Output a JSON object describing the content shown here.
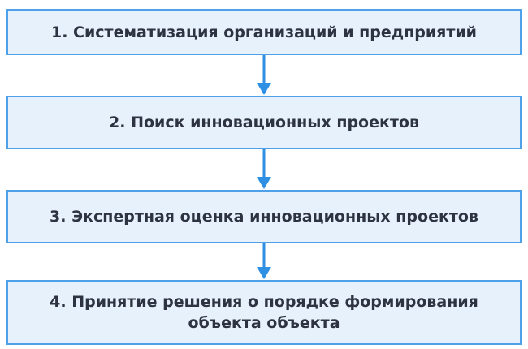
{
  "colors": {
    "box_border": "#4ea1e8",
    "box_fill": "#e6f1fb",
    "arrow": "#2f8fe3",
    "text": "#2d3340"
  },
  "steps": [
    {
      "label": "1.  Систематизация организаций и предприятий"
    },
    {
      "label": "2. Поиск инновационных проектов"
    },
    {
      "label": "3. Экспертная оценка инновационных проектов"
    },
    {
      "label": "4. Принятие решения о порядке формирования\nобъекта объекта"
    }
  ],
  "connectors": [
    {
      "from": 1,
      "to": 2,
      "icon": "arrow-down-icon"
    },
    {
      "from": 2,
      "to": 3,
      "icon": "arrow-down-icon"
    },
    {
      "from": 3,
      "to": 4,
      "icon": "arrow-down-icon"
    }
  ]
}
